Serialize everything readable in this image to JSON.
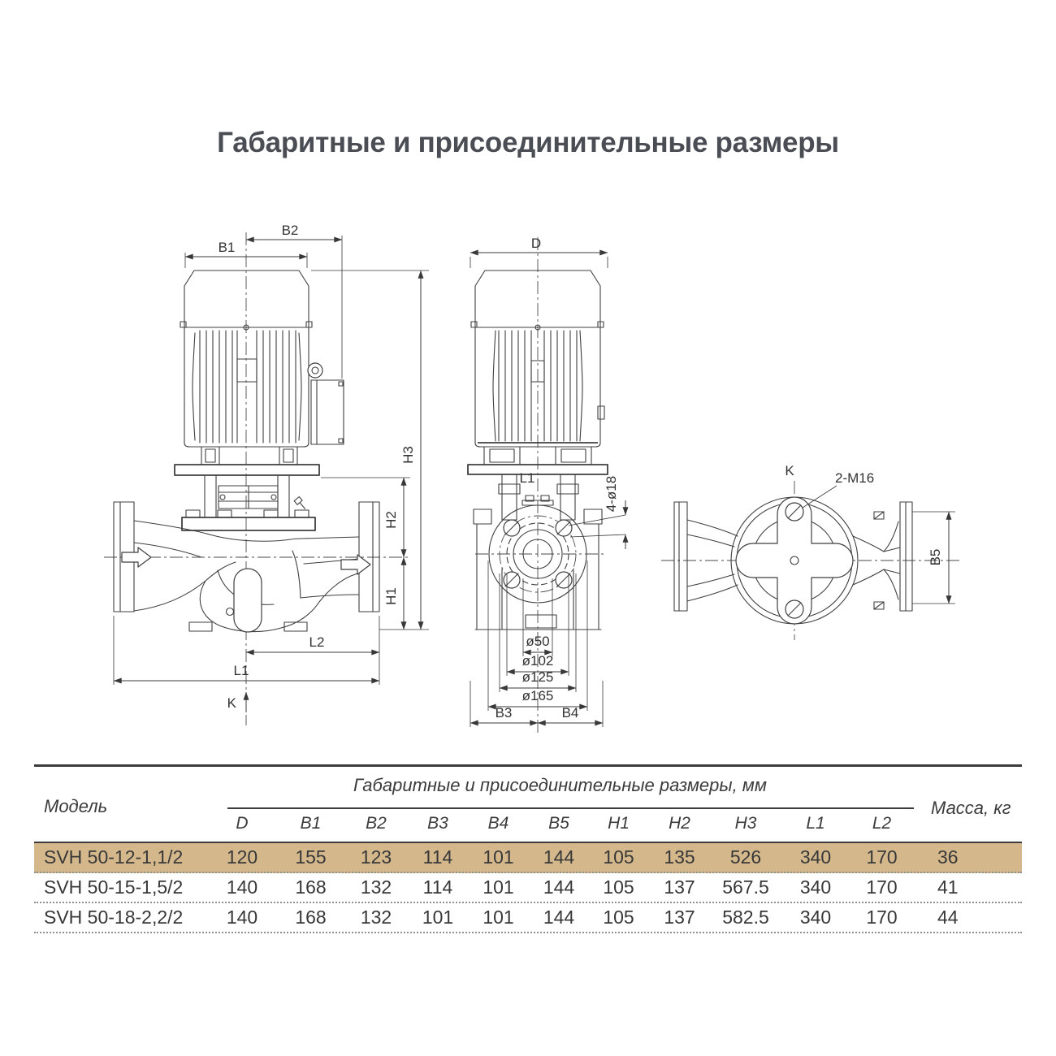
{
  "title": "Габаритные и присоединительные размеры",
  "front_view": {
    "b1": "B1",
    "b2": "B2",
    "h3": "H3",
    "h2": "H2",
    "h1": "H1",
    "l2": "L2",
    "l1": "L1",
    "k": "K"
  },
  "side_view": {
    "d": "D",
    "l1": "L1",
    "holes": "4-ø18",
    "dia50": "ø50",
    "dia102": "ø102",
    "dia125": "ø125",
    "dia165": "ø165",
    "b3": "B3",
    "b4": "B4"
  },
  "top_view": {
    "k": "K",
    "thread": "2-M16",
    "b5": "B5"
  },
  "table": {
    "model_header": "Модель",
    "span_header": "Габаритные и присоединительные размеры, мм",
    "mass_header": "Масса, кг",
    "columns": [
      "D",
      "B1",
      "B2",
      "B3",
      "B4",
      "B5",
      "H1",
      "H2",
      "H3",
      "L1",
      "L2"
    ],
    "rows": [
      {
        "model": "SVH 50-12-1,1/2",
        "values": [
          "120",
          "155",
          "123",
          "114",
          "101",
          "144",
          "105",
          "135",
          "526",
          "340",
          "170"
        ],
        "mass": "36",
        "highlighted": true
      },
      {
        "model": "SVH 50-15-1,5/2",
        "values": [
          "140",
          "168",
          "132",
          "114",
          "101",
          "144",
          "105",
          "137",
          "567.5",
          "340",
          "170"
        ],
        "mass": "41",
        "highlighted": false
      },
      {
        "model": "SVH 50-18-2,2/2",
        "values": [
          "140",
          "168",
          "132",
          "101",
          "101",
          "144",
          "105",
          "137",
          "582.5",
          "340",
          "170"
        ],
        "mass": "44",
        "highlighted": false
      }
    ]
  },
  "colors": {
    "highlight_row": "#d4b88c",
    "line": "#3f3f3f",
    "title": "#4a4e54"
  }
}
